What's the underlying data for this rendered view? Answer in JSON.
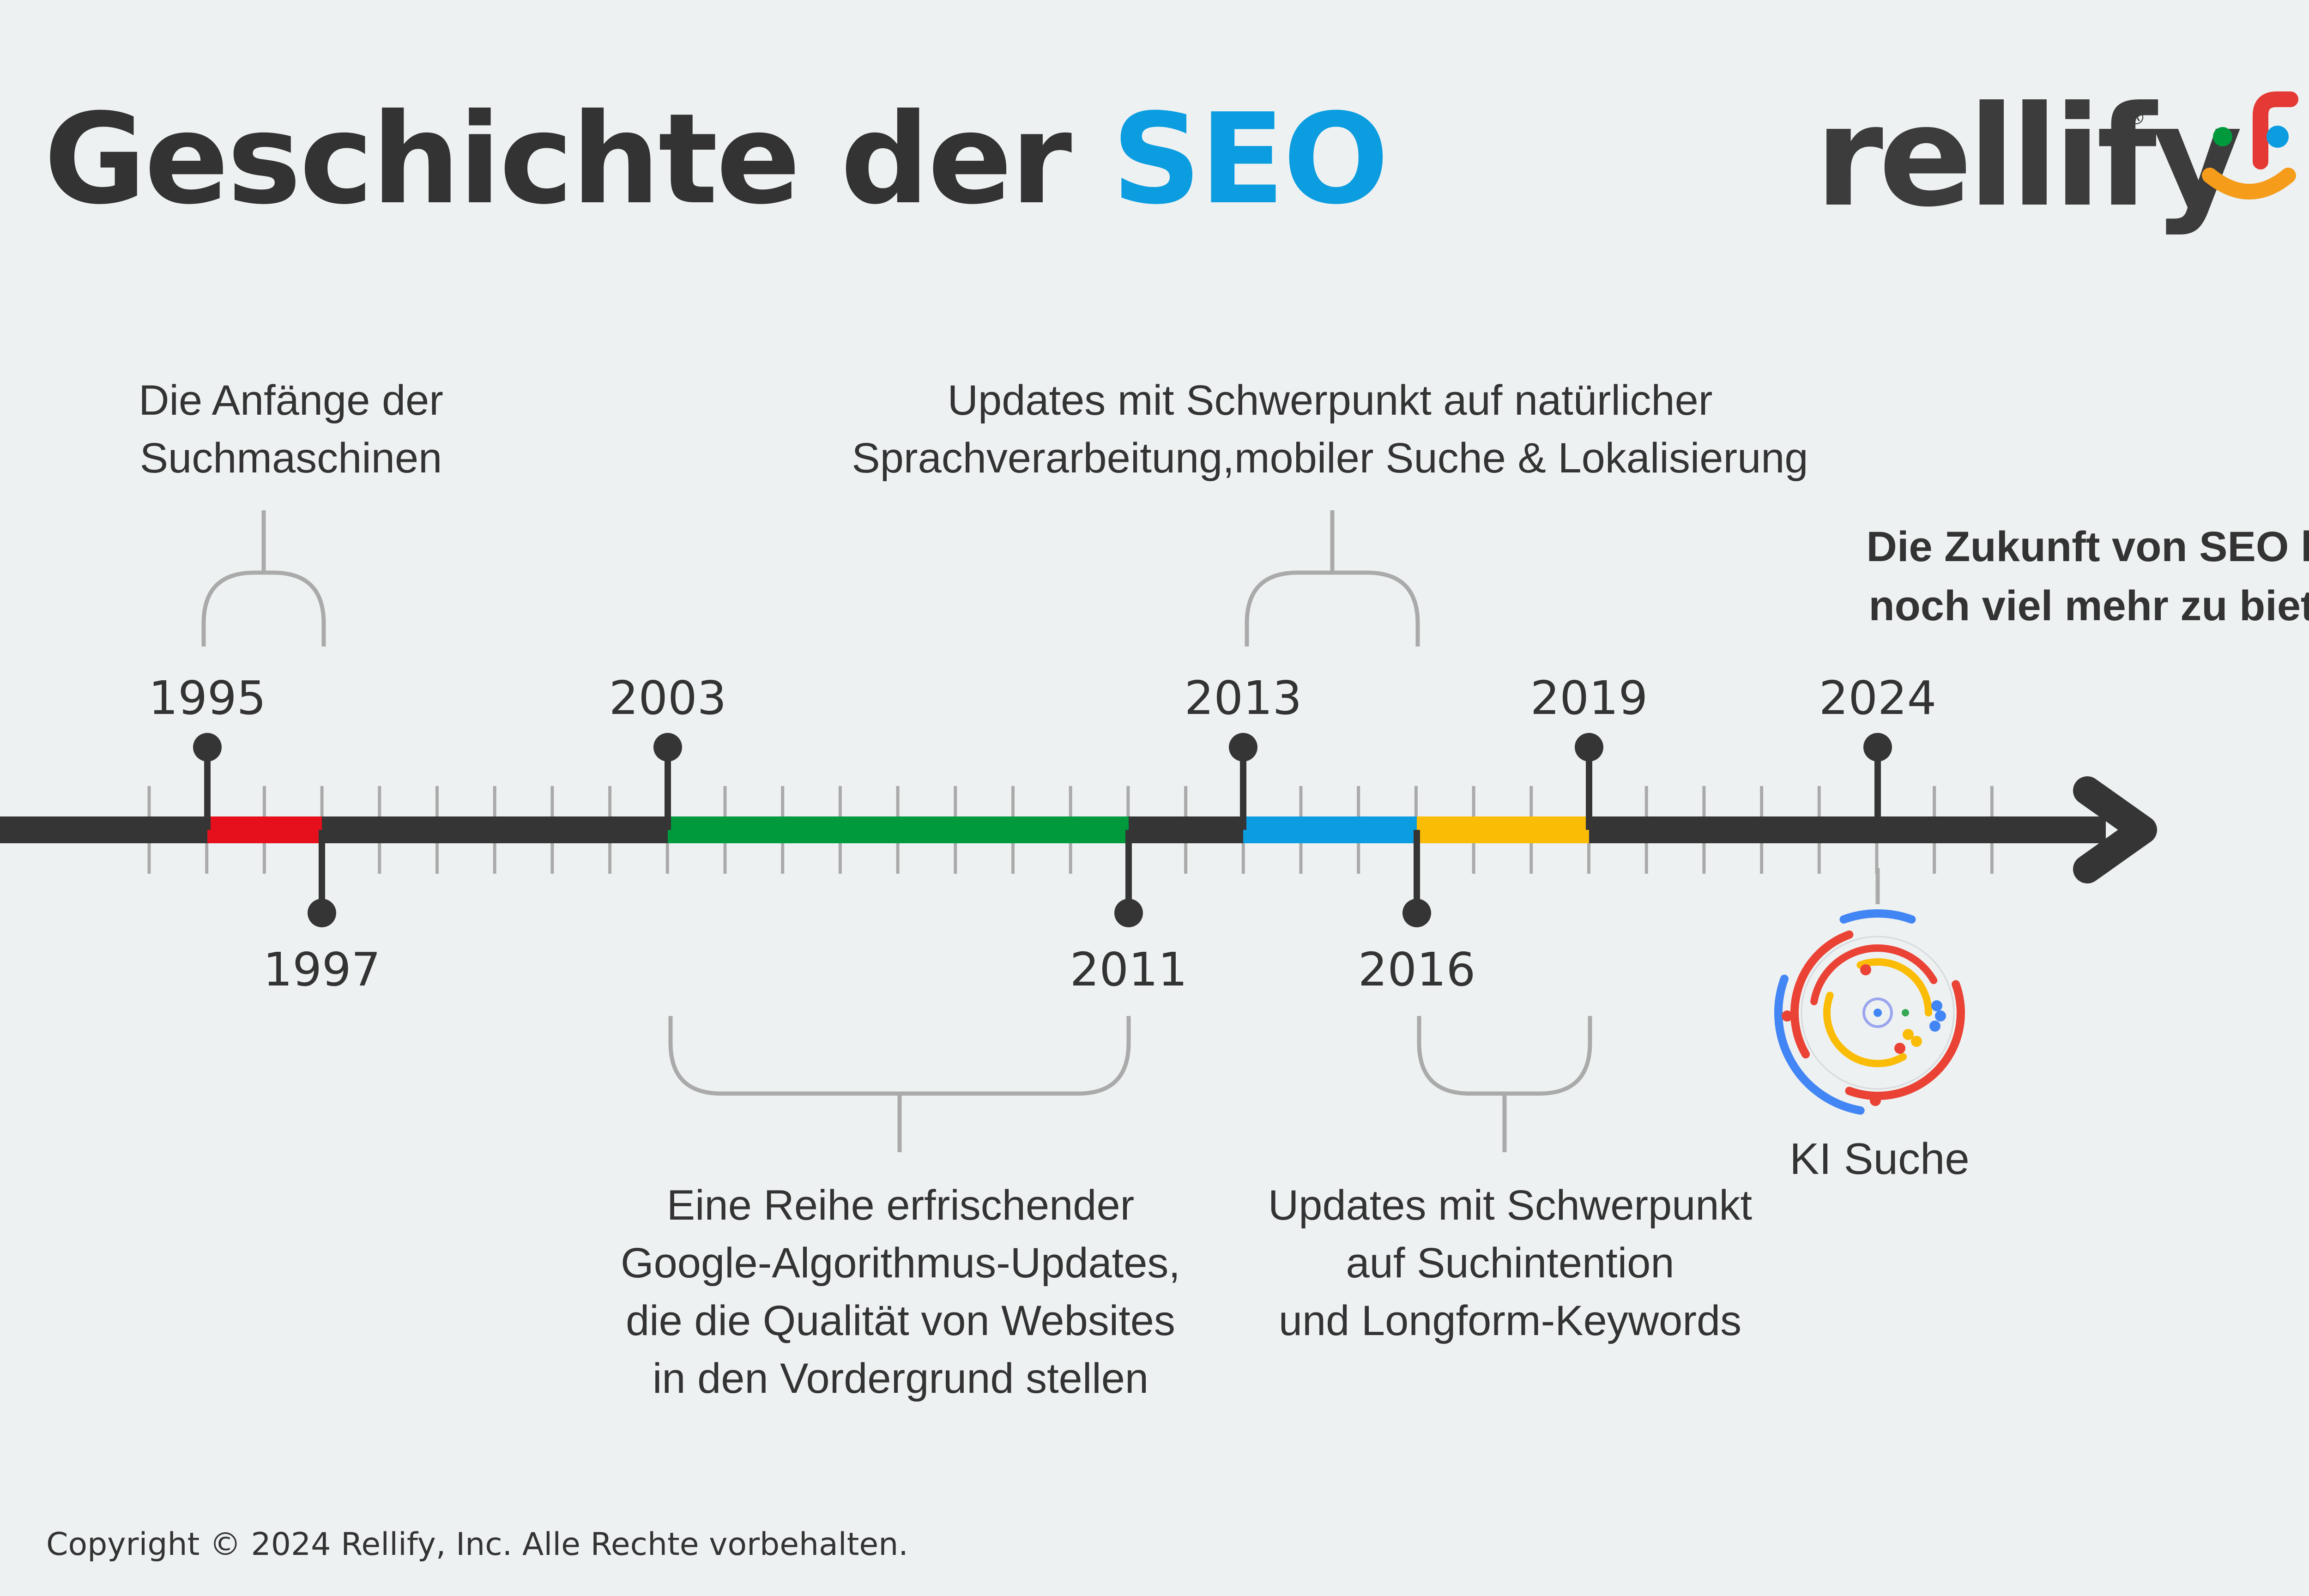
{
  "header": {
    "title_main": "Geschichte der",
    "title_accent": "SEO",
    "accent_color": "#0b9de0"
  },
  "brand": {
    "name": "rellify",
    "reg_mark": "®",
    "mark_colors": [
      "#e53935",
      "#0b9de0",
      "#009a3d",
      "#f59c1a"
    ]
  },
  "timeline": {
    "axis_color": "#353535",
    "milestones": [
      {
        "year": "1995",
        "side": "top"
      },
      {
        "year": "1997",
        "side": "bottom"
      },
      {
        "year": "2003",
        "side": "top"
      },
      {
        "year": "2011",
        "side": "bottom"
      },
      {
        "year": "2013",
        "side": "top"
      },
      {
        "year": "2016",
        "side": "bottom"
      },
      {
        "year": "2019",
        "side": "top"
      },
      {
        "year": "2024",
        "side": "top"
      }
    ],
    "segments": [
      {
        "from": "1995",
        "to": "1997",
        "color": "#e5101c"
      },
      {
        "from": "2003",
        "to": "2011",
        "color": "#009a3d"
      },
      {
        "from": "2013",
        "to": "2016",
        "color": "#0b9de0"
      },
      {
        "from": "2016",
        "to": "2019",
        "color": "#fbbc05"
      }
    ]
  },
  "captions": {
    "early": "Die Anfänge der\nSuchmaschinen",
    "nlp": "Updates mit Schwerpunkt auf natürlicher\nSprachverarbeitung,mobiler Suche & Lokalisierung",
    "quality": "Eine Reihe erfrischender\nGoogle-Algorithmus-Updates,\ndie die Qualität von Websites\nin den Vordergrund stellen",
    "intent": "Updates mit Schwerpunkt\nauf Suchintention\nund Longform-Keywords",
    "future": "Die Zukunft von SEO hat\nnoch viel mehr zu bieten",
    "ai": "KI Suche"
  },
  "ai_icon": {
    "icon": "ai-search-swirl-icon",
    "colors": [
      "#4285f4",
      "#ea4335",
      "#fbbc05",
      "#34a853"
    ]
  },
  "footer": {
    "copyright": "Copyright © 2024 Rellify, Inc. Alle Rechte vorbehalten."
  }
}
